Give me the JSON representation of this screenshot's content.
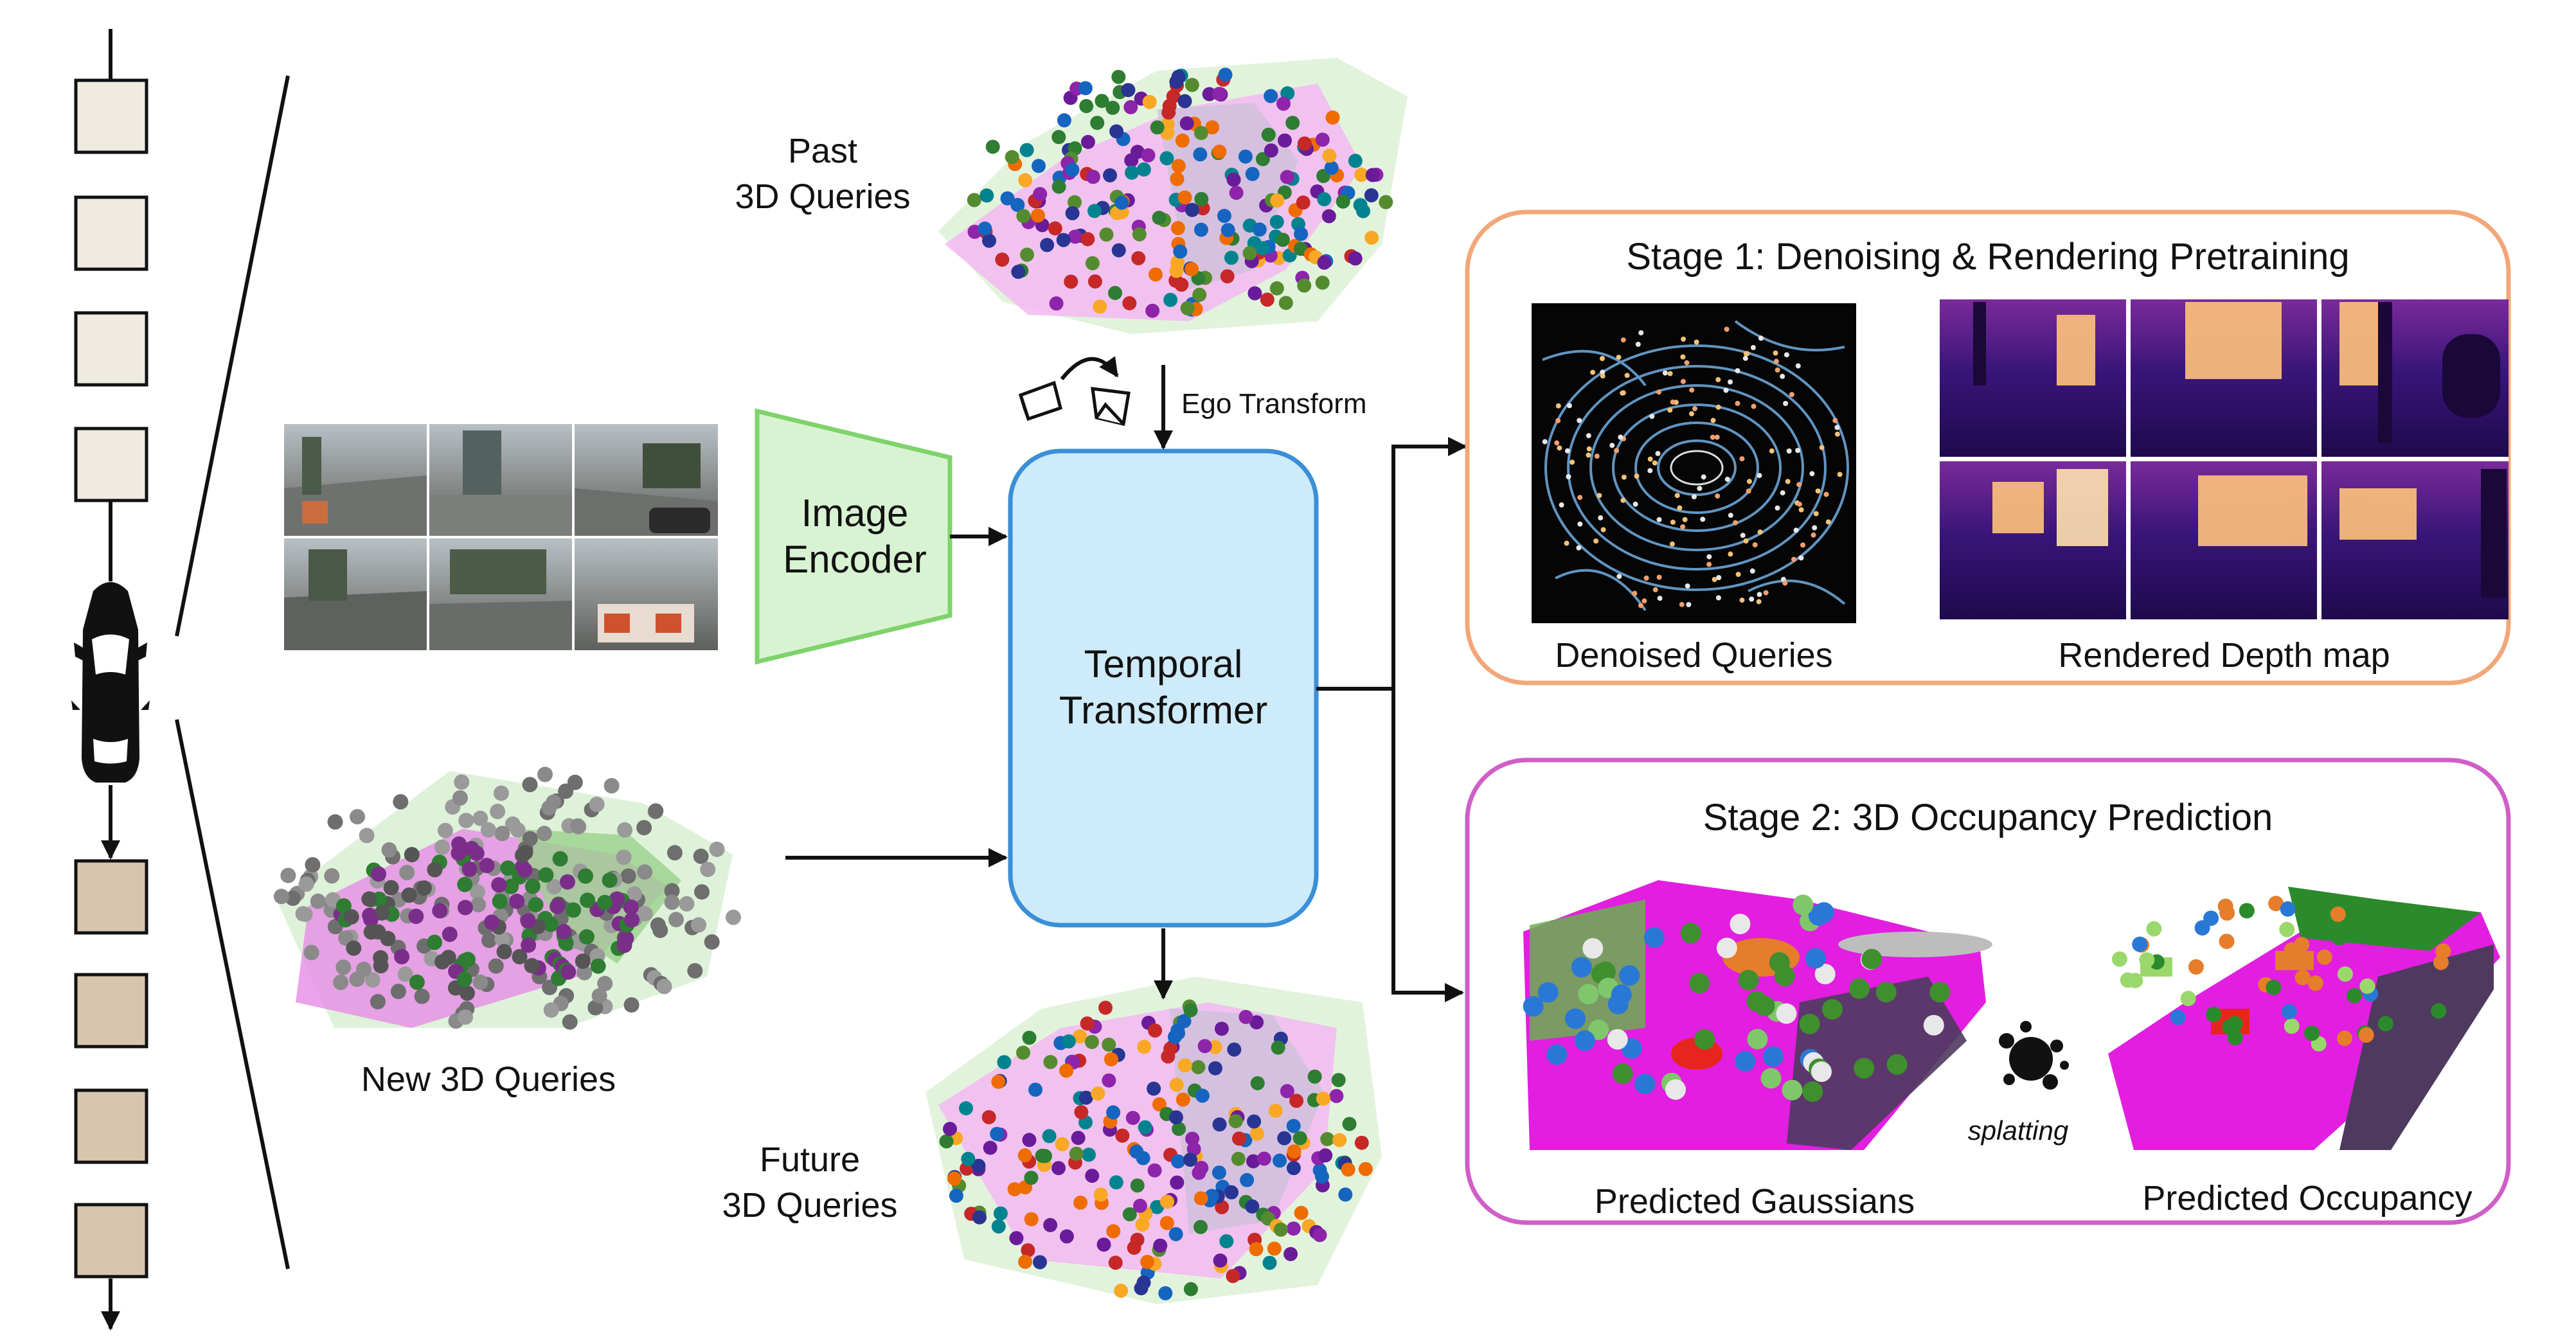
{
  "labels": {
    "past_queries": [
      "Past",
      "3D Queries"
    ],
    "future_queries": [
      "Future",
      "3D Queries"
    ],
    "new_queries": "New 3D Queries",
    "ego_transform": "Ego Transform",
    "image_encoder": [
      "Image",
      "Encoder"
    ],
    "temporal_transformer": [
      "Temporal",
      "Transformer"
    ],
    "splatting": "splatting"
  },
  "stage1": {
    "title": "Stage 1: Denoising & Rendering Pretraining",
    "left_caption": "Denoised Queries",
    "right_caption": "Rendered Depth map"
  },
  "stage2": {
    "title": "Stage 2: 3D Occupancy Prediction",
    "left_caption": "Predicted Gaussians",
    "right_caption": "Predicted Occupancy"
  },
  "colors": {
    "encoder_fill": "#d8f3d2",
    "encoder_stroke": "#7ed36b",
    "transformer_fill": "#cdebfa",
    "transformer_stroke": "#3b8fd6",
    "stage1_border": "#f2a77a",
    "stage2_border": "#cf5fc7",
    "past_frame_fill": "#efebe1",
    "future_frame_fill": "#d7c6ad",
    "occupancy_magenta": "#e21ee0",
    "depth_dark": "#2a0f58",
    "depth_bright": "#ffd08a"
  },
  "icons": [
    "car-icon",
    "camera-icon",
    "splat-icon"
  ]
}
